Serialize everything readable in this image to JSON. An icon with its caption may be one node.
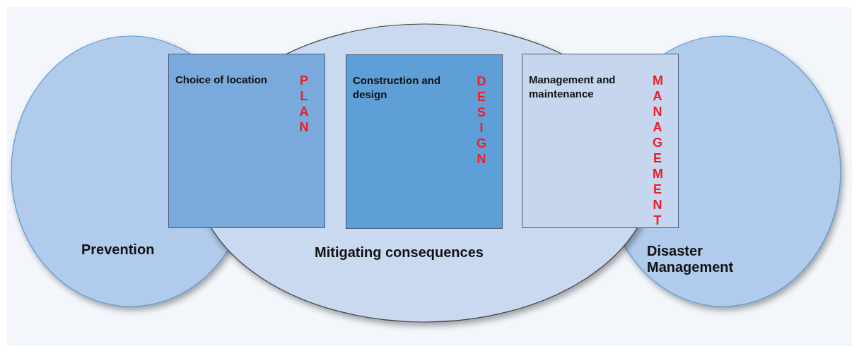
{
  "diagram": {
    "nodes": [
      {
        "text": [
          "Prevention"
        ]
      },
      {
        "text": [
          "Mitigating consequences"
        ]
      },
      {
        "text": [
          "Disaster Management"
        ]
      },
      {
        "text": [
          "Choice of location",
          "PLAN"
        ]
      },
      {
        "text": [
          "Construction and design",
          "DESIGN"
        ],
        "in": 1
      },
      {
        "text": [
          "Management and maintenance",
          "MANAGEMENT"
        ]
      }
    ],
    "edges": []
  }
}
